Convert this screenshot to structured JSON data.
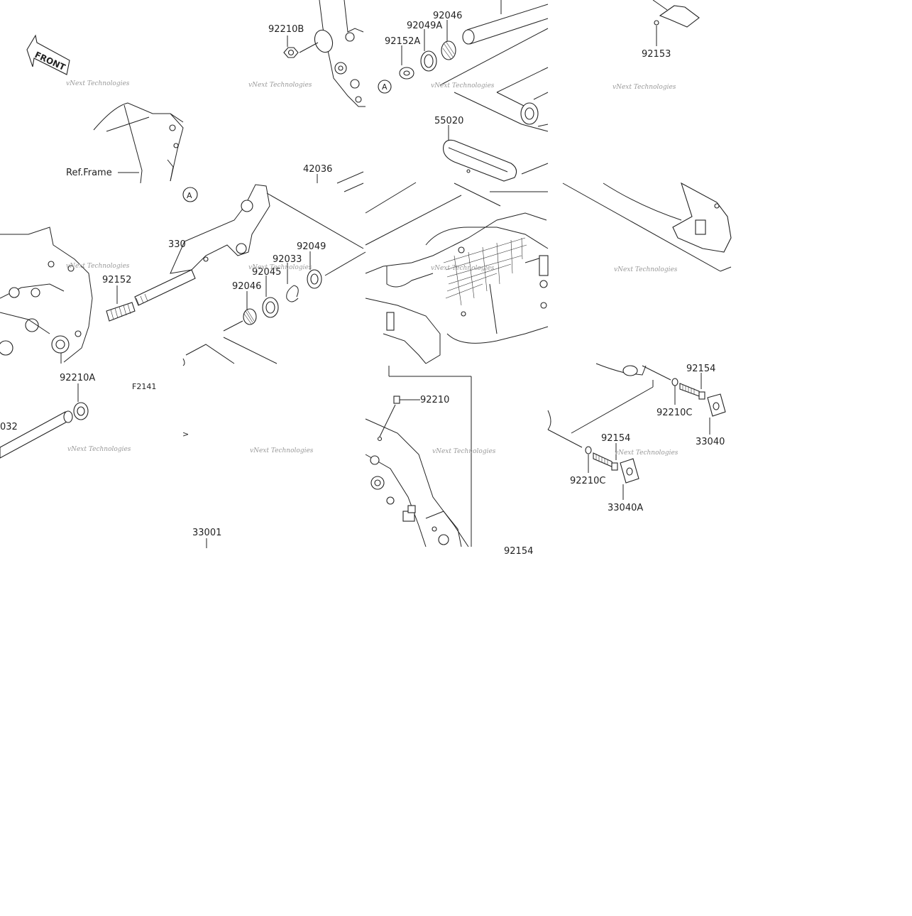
{
  "diagram": {
    "front_badge": "FRONT",
    "ref_frame_label": "Ref.Frame",
    "figure_code": "F2141",
    "callout_symbol": "A",
    "watermark": "vNext Technologies",
    "part_labels": {
      "p92210B": "92210B",
      "p92049A": "92049A",
      "p92046_top": "92046",
      "p92152A": "92152A",
      "p92153": "92153",
      "p55020": "55020",
      "p42036": "42036",
      "p330": "330",
      "p92152": "92152",
      "p92049": "92049",
      "p92033": "92033",
      "p92045": "92045",
      "p92046_mid": "92046",
      "p92210A": "92210A",
      "p032": "032",
      "p92210": "92210",
      "p92154_a": "92154",
      "p92210C_a": "92210C",
      "p33040": "33040",
      "p92154_b": "92154",
      "p92210C_b": "92210C",
      "p33040A": "33040A",
      "p33001": "33001",
      "p92154_c": "92154"
    }
  }
}
